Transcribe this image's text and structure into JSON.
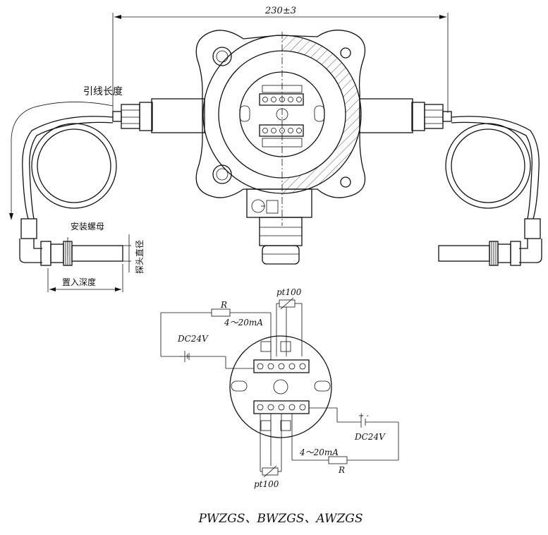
{
  "top_view": {
    "dimension_label": "230±3",
    "lead_length_label": "引线长度",
    "mounting_nut_label": "安装螺母",
    "insertion_depth_label": "置入深度",
    "probe_diameter_label": "探头直径"
  },
  "wiring_diagram": {
    "resistor_label_top": "R",
    "current_label_top": "4～20mA",
    "supply_label_top": "DC24V",
    "polarity_top": "- +",
    "sensor_label_top": "pt100",
    "resistor_label_bottom": "R",
    "current_label_bottom": "4～20mA",
    "supply_label_bottom": "DC24V",
    "polarity_bottom": "+ -",
    "sensor_label_bottom": "pt100"
  },
  "caption": "PWZGS、BWZGS、AWZGS",
  "colors": {
    "line": "#111111",
    "background": "#ffffff"
  }
}
